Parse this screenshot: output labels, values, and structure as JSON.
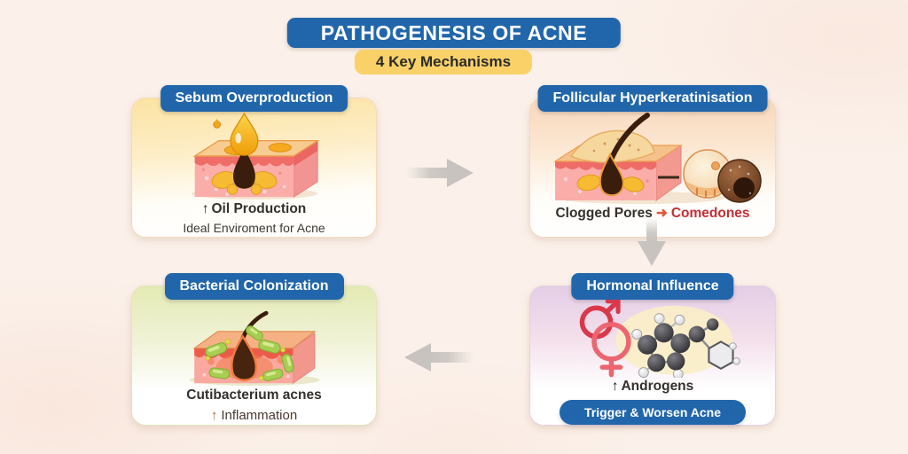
{
  "title_banner": {
    "text": "PATHOGENESIS OF ACNE",
    "bg_color": "#2166ab",
    "text_color": "#ffffff"
  },
  "subtitle_banner": {
    "text": "4 Key Mechanisms",
    "bg_color": "#f9d168",
    "text_color": "#2b2b2b"
  },
  "panels": [
    {
      "key": "sebum-overproduction",
      "title": "Sebum Overproduction",
      "illustration": "skin-cross-section-with-oil-droplet",
      "caption_arrow": "↑",
      "caption_bold": "Oil Production",
      "caption_sub": "Ideal Enviroment for Acne"
    },
    {
      "key": "follicular-hyperkeratinisation",
      "title": "Follicular Hyperkeratinisation",
      "illustration": "skin-cross-section-with-comedones",
      "caption_left": "Clogged Pores",
      "caption_arrow": "➜",
      "caption_right": "Comedones"
    },
    {
      "key": "bacterial-colonization",
      "title": "Bacterial Colonization",
      "illustration": "skin-cross-section-with-bacteria",
      "caption_bold": "Cutibacterium acnes",
      "caption_arrow": "↑",
      "caption_sub": "Inflammation"
    },
    {
      "key": "hormonal-influence",
      "title": "Hormonal Influence",
      "illustration": "gender-symbols-and-hormone-molecule",
      "caption_arrow": "↑",
      "caption_bold": "Androgens",
      "badge": "Trigger & Worsen Acne"
    }
  ],
  "flow_arrows": [
    {
      "from": "Sebum Overproduction",
      "to": "Follicular Hyperkeratinisation",
      "direction": "right"
    },
    {
      "from": "Follicular Hyperkeratinisation",
      "to": "Hormonal Influence",
      "direction": "down"
    },
    {
      "from": "Hormonal Influence",
      "to": "Bacterial Colonization",
      "direction": "left"
    }
  ],
  "colors": {
    "accent_blue": "#2166ab",
    "banner_yellow": "#f9d168",
    "comedones_red": "#c22f36",
    "caption_arrow_red": "#e0553c",
    "inflammation_brown": "#9c6b3f",
    "flow_arrow_gray": "#c8c3bf",
    "background_cream": "#fbf1ea"
  }
}
